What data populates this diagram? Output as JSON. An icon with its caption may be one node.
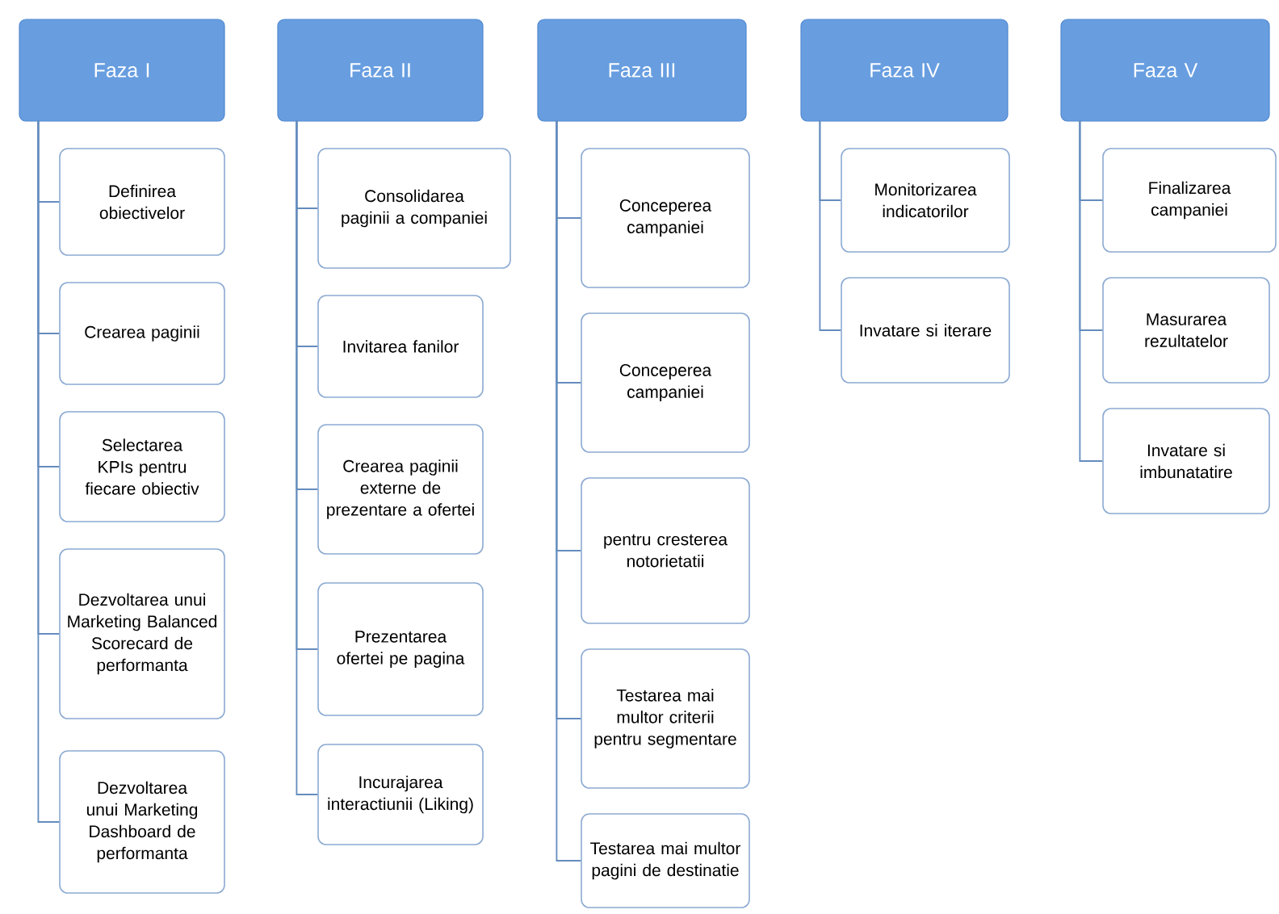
{
  "diagram": {
    "nodes": [
      {
        "text": [
          "Faza I"
        ]
      },
      {
        "text": [
          "Definirea obiectivelor"
        ]
      },
      {
        "text": [
          "Crearea paginii"
        ]
      },
      {
        "text": [
          "Selectarea KPIs pentru fiecare obiectiv"
        ]
      },
      {
        "text": [
          "Dezvoltarea unui Marketing Balanced Scorecard de performanta"
        ]
      },
      {
        "text": [
          "Dezvoltarea unui Marketing Dashboard de performanta"
        ]
      },
      {
        "text": [
          "Faza II"
        ]
      },
      {
        "text": [
          "Consolidarea paginii a companiei"
        ]
      },
      {
        "text": [
          "Invitarea fanilor"
        ]
      },
      {
        "text": [
          "Crearea paginii externe de prezentare a ofertei"
        ]
      },
      {
        "text": [
          "Prezentarea ofertei pe pagina"
        ]
      },
      {
        "text": [
          "Incurajarea interactiunii (Liking)"
        ]
      },
      {
        "text": [
          "Faza III"
        ]
      },
      {
        "text": [
          "Conceperea campaniei"
        ]
      },
      {
        "text": [
          "Conceperea campaniei"
        ]
      },
      {
        "text": [
          "pentru cresterea notorietatii"
        ]
      },
      {
        "text": [
          "Testarea mai multor criterii pentru segmentare"
        ]
      },
      {
        "text": [
          "Testarea mai multor pagini de destinatie"
        ]
      },
      {
        "text": [
          "Faza IV"
        ]
      },
      {
        "text": [
          "Monitorizarea indicatorilor"
        ]
      },
      {
        "text": [
          "Invatare si iterare"
        ]
      },
      {
        "text": [
          "Faza V"
        ]
      },
      {
        "text": [
          "Finalizarea campaniei"
        ]
      },
      {
        "text": [
          "Masurarea rezultatelor"
        ]
      },
      {
        "text": [
          "Invatare si imbunatatire"
        ]
      }
    ],
    "edges": [
      {
        "from": 0,
        "to": 1,
        "arrow": "none"
      },
      {
        "from": 0,
        "to": 2,
        "arrow": "none"
      },
      {
        "from": 0,
        "to": 3,
        "arrow": "none"
      },
      {
        "from": 0,
        "to": 4,
        "arrow": "none"
      },
      {
        "from": 0,
        "to": 5,
        "arrow": "none"
      },
      {
        "from": 6,
        "to": 7,
        "arrow": "none"
      },
      {
        "from": 6,
        "to": 8,
        "arrow": "none"
      },
      {
        "from": 6,
        "to": 9,
        "arrow": "none"
      },
      {
        "from": 6,
        "to": 10,
        "arrow": "none"
      },
      {
        "from": 6,
        "to": 11,
        "arrow": "none"
      },
      {
        "from": 12,
        "to": 13,
        "arrow": "none"
      },
      {
        "from": 12,
        "to": 14,
        "arrow": "none"
      },
      {
        "from": 12,
        "to": 15,
        "arrow": "none"
      },
      {
        "from": 12,
        "to": 16,
        "arrow": "none"
      },
      {
        "from": 12,
        "to": 17,
        "arrow": "none"
      },
      {
        "from": 18,
        "to": 19,
        "arrow": "none"
      },
      {
        "from": 18,
        "to": 20,
        "arrow": "none"
      },
      {
        "from": 21,
        "to": 22,
        "arrow": "none"
      },
      {
        "from": 21,
        "to": 23,
        "arrow": "none"
      },
      {
        "from": 21,
        "to": 24,
        "arrow": "none"
      }
    ]
  }
}
